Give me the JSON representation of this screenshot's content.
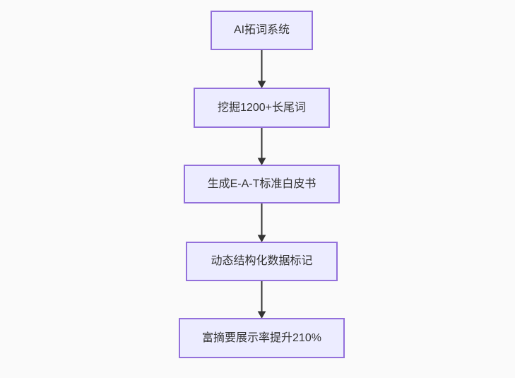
{
  "diagram": {
    "type": "flowchart",
    "direction": "top-down",
    "nodes": [
      {
        "label": "AI拓词系统"
      },
      {
        "label": "挖掘1200+长尾词"
      },
      {
        "label": "生成E-A-T标准白皮书"
      },
      {
        "label": "动态结构化数据标记"
      },
      {
        "label": "富摘要展示率提升210%"
      }
    ],
    "edges": [
      {
        "from": 0,
        "to": 1
      },
      {
        "from": 1,
        "to": 2
      },
      {
        "from": 2,
        "to": 3
      },
      {
        "from": 3,
        "to": 4
      }
    ],
    "colors": {
      "background": "#fafafa",
      "node_fill": "#ECECFF",
      "node_border": "#9370DB",
      "edge": "#333333",
      "text": "#333333"
    }
  }
}
